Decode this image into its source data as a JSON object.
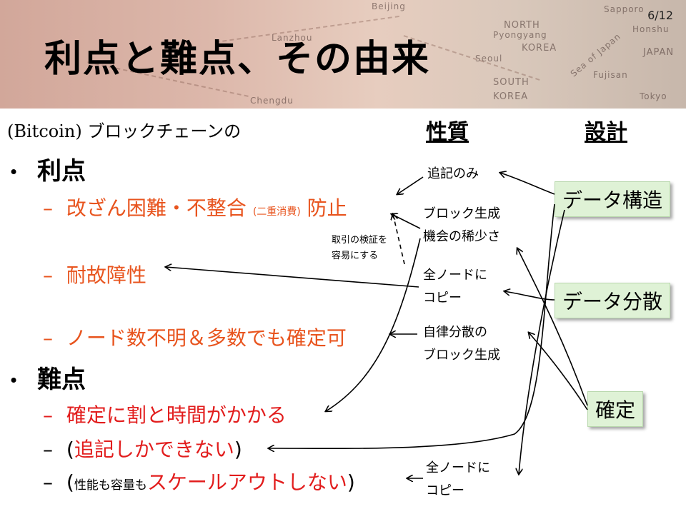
{
  "slide": {
    "title": "利点と難点、その由来",
    "page": "6/12"
  },
  "map_labels": [
    "Beijing",
    "NORTH",
    "Pyongyang",
    "KOREA",
    "Seoul",
    "SOUTH",
    "KOREA",
    "JAPAN",
    "Tokyo",
    "Sapporo",
    "Honshu",
    "Fujisan",
    "Sea of Japan",
    "Lanzhou",
    "Chengdu"
  ],
  "subtitle": "(Bitcoin) ブロックチェーンの",
  "columns": {
    "property": "性質",
    "design": "設計"
  },
  "sections": {
    "merits": {
      "head": "利点",
      "items": {
        "tamper": {
          "main": "改ざん困難・不整合",
          "small": "(二重消費)",
          "end": "防止"
        },
        "fault": "耐故障性",
        "nodes": "ノード数不明＆多数でも確定可"
      }
    },
    "demerits": {
      "head": "難点",
      "items": {
        "finality": "確定に割と時間がかかる",
        "append": {
          "open": "(",
          "text": "追記しかできない",
          "close": ")"
        },
        "scale": {
          "open": "(",
          "small": "性能も容量も",
          "text": "スケールアウトしない",
          "close": ")"
        }
      }
    }
  },
  "note": {
    "line1": "取引の検証を",
    "line2": "容易にする"
  },
  "properties": {
    "append_only": "追記のみ",
    "scarcity": {
      "line1": "ブロック生成",
      "line2": "機会の稀少さ"
    },
    "copy1": {
      "line1": "全ノードに",
      "line2": "コピー"
    },
    "autonomous": {
      "line1": "自律分散の",
      "line2": "ブロック生成"
    },
    "copy2": {
      "line1": "全ノードに",
      "line2": "コピー"
    }
  },
  "designs": {
    "structure": "データ構造",
    "distribution": "データ分散",
    "finality": "確定"
  }
}
